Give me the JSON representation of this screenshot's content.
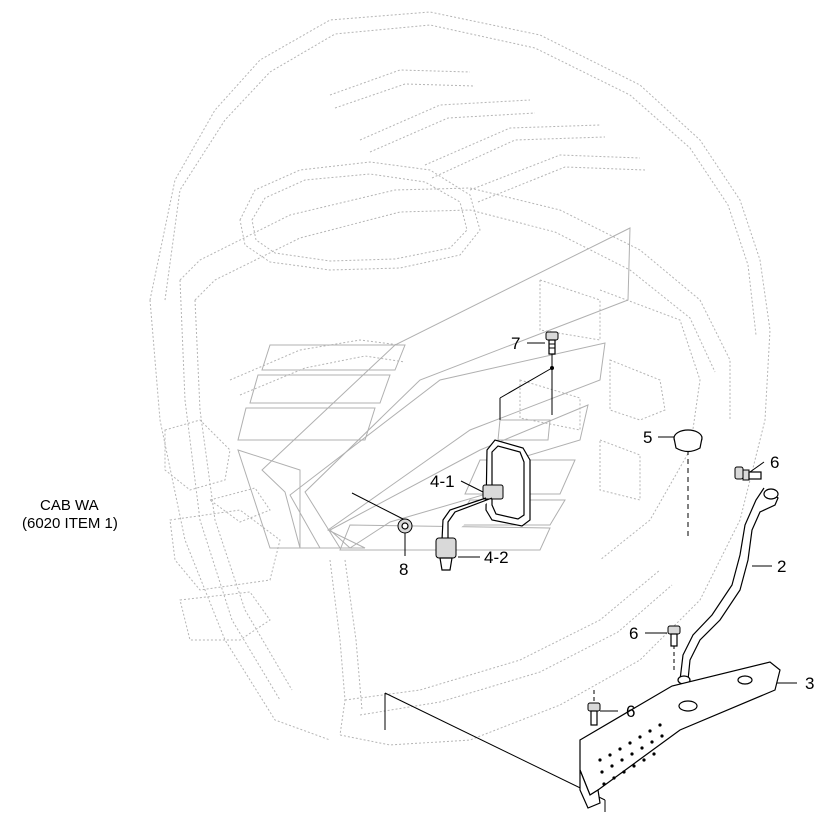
{
  "reference_label": {
    "line1": "CAB WA",
    "line2": "(6020 ITEM 1)"
  },
  "callouts": {
    "c2": "2",
    "c3": "3",
    "c4_1": "4-1",
    "c4_2": "4-2",
    "c5": "5",
    "c6_a": "6",
    "c6_b": "6",
    "c6_c": "6",
    "c7": "7",
    "c8": "8"
  }
}
